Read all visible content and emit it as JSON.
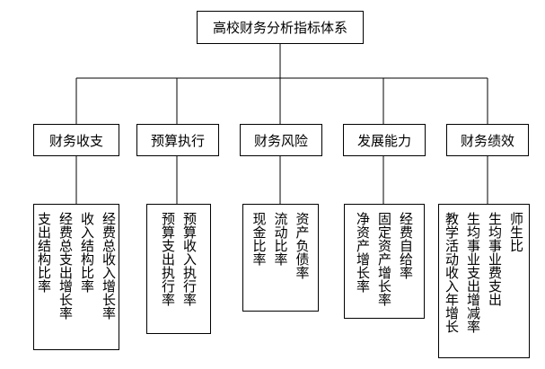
{
  "root": {
    "label": "高校财务分析指标体系"
  },
  "categories": [
    {
      "label": "财务收支",
      "items": [
        "经费总收入增长率",
        "收入结构比率",
        "经费总支出增长率",
        "支出结构比率"
      ]
    },
    {
      "label": "预算执行",
      "items": [
        "预算收入执行率",
        "预算支出执行率"
      ]
    },
    {
      "label": "财务风险",
      "items": [
        "资产负债率",
        "流动比率",
        "现金比率"
      ]
    },
    {
      "label": "发展能力",
      "items": [
        "经费自给率",
        "固定资产增长率",
        "净资产增长率"
      ]
    },
    {
      "label": "财务绩效",
      "items": [
        "师生比",
        "生均事业费支出",
        "生均事业支出增减率",
        "教学活动收入年增长"
      ]
    }
  ],
  "colors": {
    "line": "#000000",
    "box_border": "#000000",
    "background": "#ffffff"
  }
}
